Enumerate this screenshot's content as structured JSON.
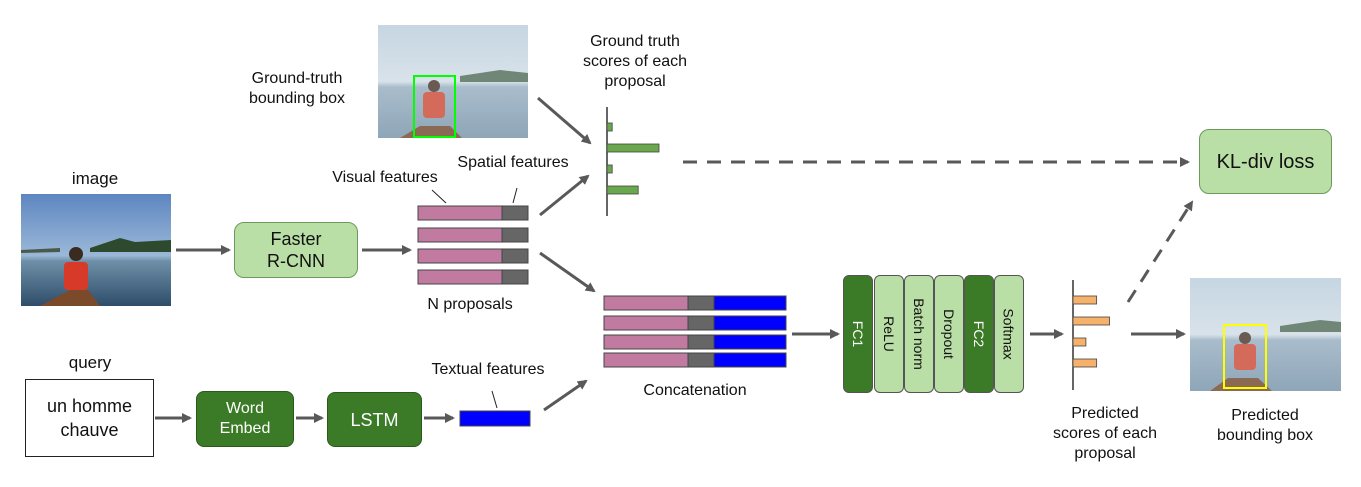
{
  "labels": {
    "image": "image",
    "ground_truth_bbox": "Ground-truth bounding box",
    "ground_truth_bbox_l1": "Ground-truth",
    "ground_truth_bbox_l2": "bounding box",
    "gt_scores_l1": "Ground truth",
    "gt_scores_l2": "scores of each",
    "gt_scores_l3": "proposal",
    "spatial_features": "Spatial features",
    "visual_features": "Visual features",
    "n_proposals": "N proposals",
    "query": "query",
    "textual_features": "Textual features",
    "concatenation": "Concatenation",
    "pred_scores_l1": "Predicted",
    "pred_scores_l2": "scores of each",
    "pred_scores_l3": "proposal",
    "pred_bbox_l1": "Predicted",
    "pred_bbox_l2": "bounding box"
  },
  "boxes": {
    "faster_rcnn_l1": "Faster",
    "faster_rcnn_l2": "R-CNN",
    "word_embed_l1": "Word",
    "word_embed_l2": "Embed",
    "lstm": "LSTM",
    "kl_loss": "KL-div loss",
    "query_l1": "un homme",
    "query_l2": "chauve"
  },
  "layers": [
    {
      "label": "FC1",
      "style": "dark"
    },
    {
      "label": "ReLU",
      "style": "light"
    },
    {
      "label": "Batch norm",
      "style": "light"
    },
    {
      "label": "Dropout",
      "style": "light"
    },
    {
      "label": "FC2",
      "style": "dark"
    },
    {
      "label": "Softmax",
      "style": "light"
    }
  ],
  "gt_scores": [
    0.1,
    1.0,
    0.1,
    0.6
  ],
  "pred_scores": [
    0.55,
    0.85,
    0.3,
    0.55
  ],
  "colors": {
    "visual_feature": "#c27ba0",
    "spatial_feature": "#666666",
    "textual_feature": "#0000ff",
    "gt_bar": "#6aa84f",
    "pred_bar": "#f6b26b",
    "gt_box": "#00ff00",
    "pred_box": "#ffff00",
    "light_green": "#b9dfa6",
    "dark_green": "#3b7a26",
    "arrow": "#595959"
  }
}
